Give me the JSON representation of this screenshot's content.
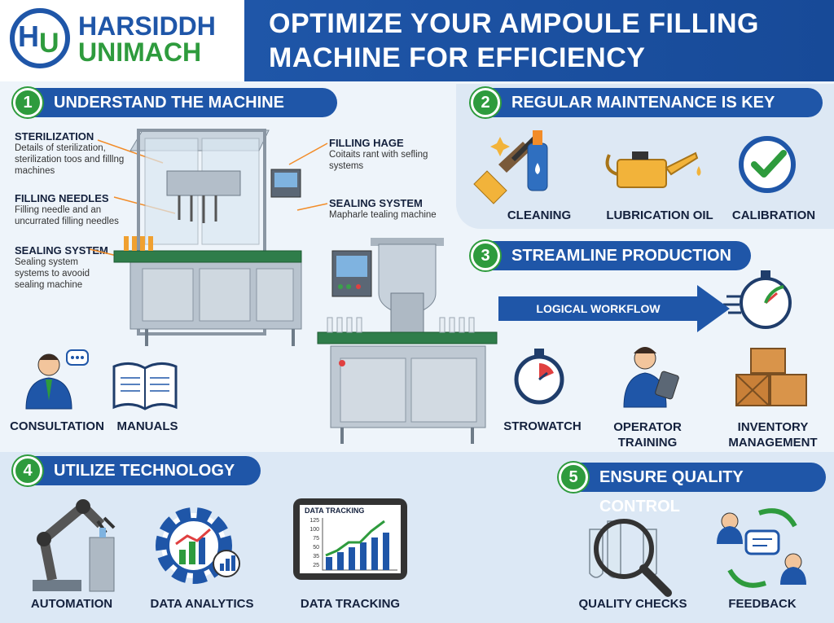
{
  "brand": {
    "line1": "HARSIDDH",
    "line2": "UNIMACH",
    "mark1": "H",
    "mark2": "U"
  },
  "title": "OPTIMIZE YOUR AMPOULE FILLING MACHINE FOR EFFICIENCY",
  "sections": {
    "s1": {
      "num": "1",
      "title": "UNDERSTAND THE MACHINE"
    },
    "s2": {
      "num": "2",
      "title": "REGULAR MAINTENANCE IS KEY"
    },
    "s3": {
      "num": "3",
      "title": "STREAMLINE PRODUCTION"
    },
    "s4": {
      "num": "4",
      "title": "UTILIZE TECHNOLOGY"
    },
    "s5": {
      "num": "5",
      "title": "ENSURE QUALITY CONTROL"
    }
  },
  "callouts": {
    "sterilization": {
      "title": "STERILIZATION",
      "desc": "Details of sterilization, sterilization toos and filllng machines"
    },
    "filling_needles": {
      "title": "FILLING NEEDLES",
      "desc": "Filling needle and an uncurrated filling needles"
    },
    "sealing_left": {
      "title": "SEALING SYSTEM",
      "desc": "Sealing system systems to avooid sealing machine"
    },
    "filling_hage": {
      "title": "FILLING HAGE",
      "desc": "Coitaits rant with sefling systems"
    },
    "sealing_right": {
      "title": "SEALING SYSTEM",
      "desc": "Mapharle tealing machine"
    }
  },
  "section1_icons": {
    "consultation": "CONSULTATION",
    "manuals": "MANUALS"
  },
  "section2_icons": {
    "cleaning": "CLEANING",
    "lubrication": "LUBRICATION OIL",
    "calibration": "CALIBRATION"
  },
  "section3": {
    "workflow": "LOGICAL WORKFLOW",
    "stopwatch": "STROWATCH",
    "operator": "OPERATOR TRAINING",
    "inventory": "INVENTORY MANAGEMENT"
  },
  "section4_icons": {
    "automation": "AUTOMATION",
    "analytics": "DATA ANALYTICS",
    "tracking": "DATA TRACKING"
  },
  "tablet": {
    "title": "DATA TRACKING",
    "ticks": [
      "125",
      "100",
      "75",
      "50",
      "35",
      "25"
    ]
  },
  "section5_icons": {
    "quality": "QUALITY CHECKS",
    "feedback": "FEEDBACK"
  },
  "colors": {
    "blue": "#1f56a8",
    "green": "#2e9b3d",
    "orange": "#f28c28"
  }
}
